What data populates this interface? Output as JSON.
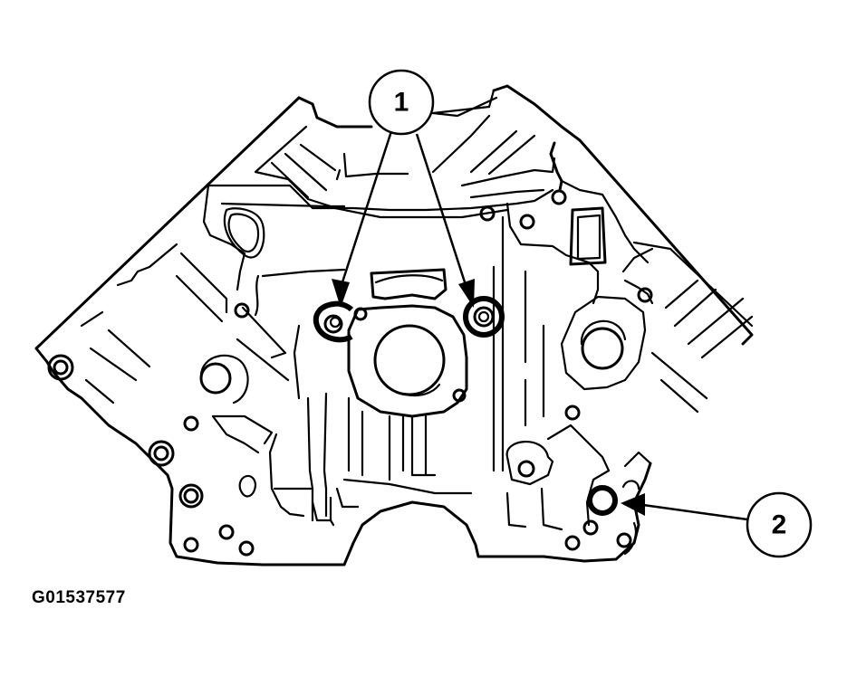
{
  "figure": {
    "subject": "engine block front face",
    "figure_id": "G01537577"
  },
  "callouts": [
    {
      "number": "1",
      "label_text": "1",
      "targets": 2
    },
    {
      "number": "2",
      "label_text": "2",
      "targets": 1
    }
  ],
  "colors": {
    "line": "#000000",
    "background": "#ffffff"
  }
}
